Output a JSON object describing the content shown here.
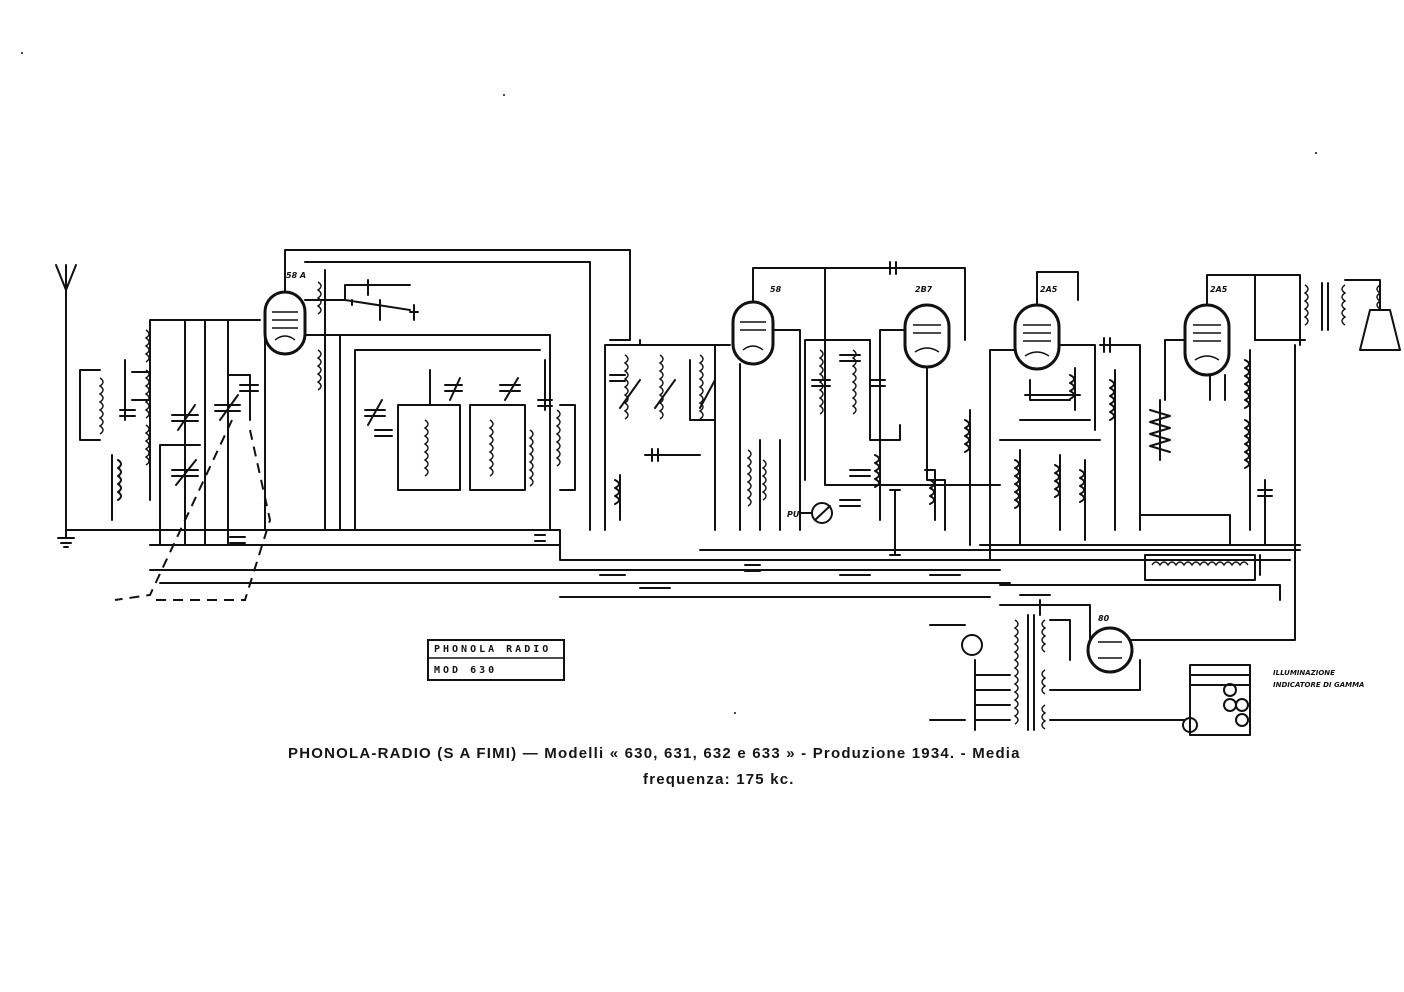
{
  "nameplate": {
    "line1": "PHONOLA RADIO",
    "line2": "MOD 630"
  },
  "caption": {
    "line1": "PHONOLA-RADIO (S A FIMI) — Modelli « 630, 631, 632 e 633 » - Produzione 1934. - Media",
    "line2": "frequenza: 175 kc."
  },
  "tubes": [
    {
      "id": "v1",
      "label": "58 A"
    },
    {
      "id": "v2",
      "label": "58"
    },
    {
      "id": "v3",
      "label": "2B7"
    },
    {
      "id": "v4",
      "label": "2A5"
    },
    {
      "id": "v5",
      "label": "2A5"
    },
    {
      "id": "v6",
      "label": "80"
    }
  ],
  "labels": {
    "lamp_note_1": "ILLUMINAZIONE",
    "lamp_note_2": "INDICATORE DI GAMMA",
    "pickup": "PU"
  },
  "colors": {
    "ink": "#111111",
    "paper": "#ffffff"
  }
}
